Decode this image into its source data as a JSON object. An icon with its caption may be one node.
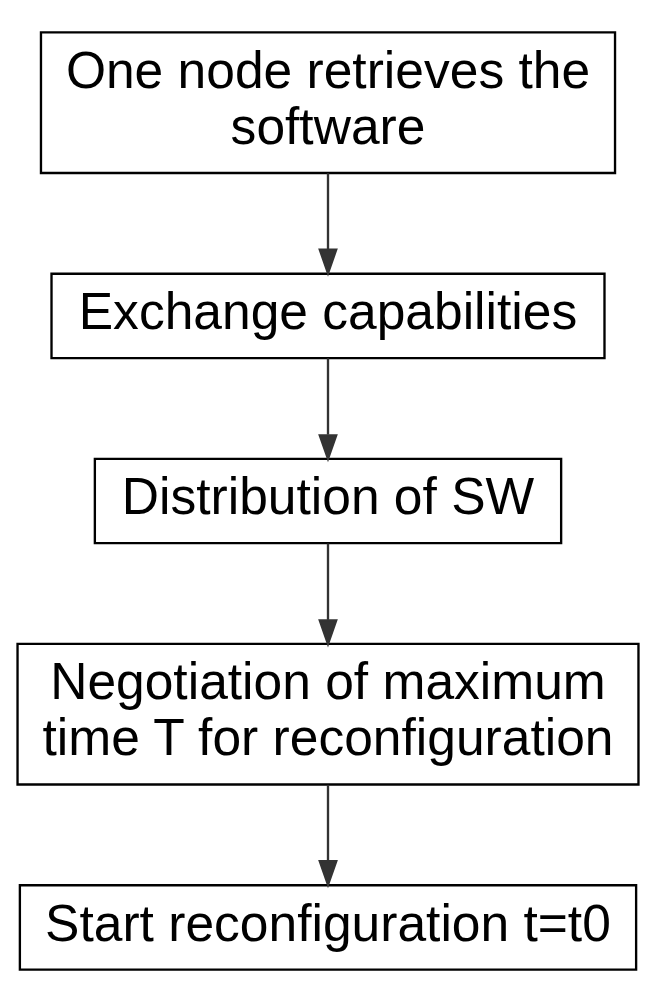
{
  "diagram": {
    "nodes": [
      {
        "text": [
          "One node retrieves the software"
        ]
      },
      {
        "text": [
          "Exchange capabilities"
        ]
      },
      {
        "text": [
          "Distribution of SW"
        ]
      },
      {
        "text": [
          "Negotiation of maximum time T for reconfiguration"
        ]
      },
      {
        "text": [
          "Start reconfiguration t=t0"
        ]
      }
    ],
    "edges": [
      {
        "from": 0,
        "to": 1,
        "arrow": "to"
      },
      {
        "from": 1,
        "to": 2,
        "arrow": "to"
      },
      {
        "from": 2,
        "to": 3,
        "arrow": "to"
      },
      {
        "from": 3,
        "to": 4,
        "arrow": "to"
      }
    ]
  }
}
